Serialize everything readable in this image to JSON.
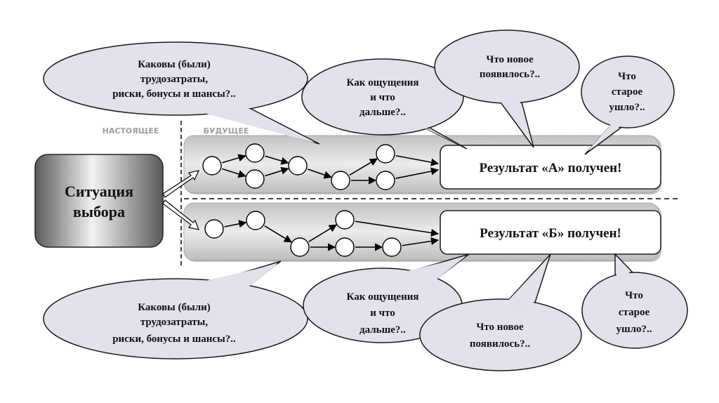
{
  "diagram": {
    "colors": {
      "bubble_fill": "#e4e0ec",
      "bubble_stroke": "#1a1a1a",
      "lane_fill": "#c8c8c8",
      "result_fill": "#ffffff",
      "label_gray": "#a0a0a0"
    },
    "time_labels": {
      "present": "НАСТОЯЩЕЕ",
      "future": "БУДУЩЕЕ"
    },
    "situation": {
      "lines": [
        "Ситуация",
        "выбора"
      ]
    },
    "results": {
      "a": "Результат «А» получен!",
      "b": "Результат «Б» получен!"
    },
    "bubbles_top": {
      "effort": {
        "lines": [
          "Каковы (были)",
          "трудозатраты,",
          "риски, бонусы и шансы?.."
        ]
      },
      "feelings": {
        "lines": [
          "Как ощущения",
          "и что",
          "дальше?.."
        ]
      },
      "new": {
        "lines": [
          "Что новое",
          "появилось?.."
        ]
      },
      "old": {
        "lines": [
          "Что",
          "старое",
          "ушло?.."
        ]
      }
    },
    "bubbles_bottom": {
      "effort": {
        "lines": [
          "Каковы (были)",
          "трудозатраты,",
          "риски, бонусы и шансы?.."
        ]
      },
      "feelings": {
        "lines": [
          "Как ощущения",
          "и что",
          "дальше?.."
        ]
      },
      "new": {
        "lines": [
          "Что новое",
          "появилось?.."
        ]
      },
      "old": {
        "lines": [
          "Что",
          "старое",
          "ушло?.."
        ]
      }
    },
    "path_a": {
      "node_count": 7,
      "edges": [
        [
          0,
          1
        ],
        [
          0,
          2
        ],
        [
          1,
          3
        ],
        [
          2,
          3
        ],
        [
          3,
          4
        ],
        [
          4,
          5
        ],
        [
          4,
          6
        ],
        [
          5,
          "result"
        ],
        [
          6,
          "result"
        ]
      ]
    },
    "path_b": {
      "node_count": 6,
      "edges": [
        [
          0,
          1
        ],
        [
          1,
          2
        ],
        [
          2,
          3
        ],
        [
          2,
          4
        ],
        [
          4,
          5
        ],
        [
          3,
          "result"
        ],
        [
          5,
          "result"
        ]
      ]
    }
  }
}
